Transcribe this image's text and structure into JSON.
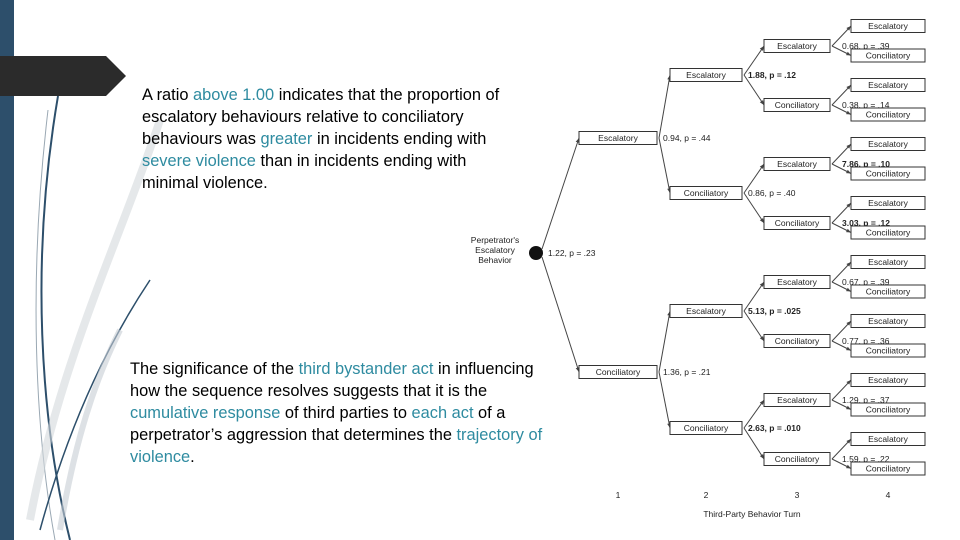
{
  "slide": {
    "accent_color": "#2e8ba0",
    "bar_color": "#2d4f6b",
    "paragraph1": [
      {
        "t": "A ratio ",
        "h": false
      },
      {
        "t": "above 1.00",
        "h": true
      },
      {
        "t": " indicates that the proportion of escalatory behaviours relative to conciliatory behaviours was ",
        "h": false
      },
      {
        "t": "greater",
        "h": true
      },
      {
        "t": " in incidents ending with ",
        "h": false
      },
      {
        "t": "severe violence",
        "h": true
      },
      {
        "t": " than in incidents ending with minimal violence.",
        "h": false
      }
    ],
    "paragraph2": [
      {
        "t": "The significance of the ",
        "h": false
      },
      {
        "t": "third bystander act",
        "h": true
      },
      {
        "t": " in influencing how the sequence resolves suggests that it is the ",
        "h": false
      },
      {
        "t": "cumulative response",
        "h": true
      },
      {
        "t": " of third parties to ",
        "h": false
      },
      {
        "t": "each act",
        "h": true
      },
      {
        "t": " of a perpetrator’s aggression that determines the ",
        "h": false
      },
      {
        "t": "trajectory of violence",
        "h": true
      },
      {
        "t": ".",
        "h": false
      }
    ]
  },
  "tree": {
    "root_label": [
      "Perpetrator's",
      "Escalatory",
      "Behavior"
    ],
    "root_stat": "1.22, p = .23",
    "level1": [
      {
        "label": "Escalatory",
        "stat": "0.94, p = .44",
        "bold": false
      },
      {
        "label": "Conciliatory",
        "stat": "1.36, p = .21",
        "bold": false
      }
    ],
    "level2": [
      {
        "label": "Escalatory",
        "stat": "1.88, p = .12",
        "bold": true
      },
      {
        "label": "Conciliatory",
        "stat": "0.86, p = .40",
        "bold": false
      },
      {
        "label": "Escalatory",
        "stat": "5.13, p = .025",
        "bold": true
      },
      {
        "label": "Conciliatory",
        "stat": "2.63, p = .010",
        "bold": true
      }
    ],
    "level3": [
      {
        "label": "Escalatory",
        "stat": "0.68, p = .39",
        "bold": false
      },
      {
        "label": "Conciliatory",
        "stat": "0.38, p = .14",
        "bold": false
      },
      {
        "label": "Escalatory",
        "stat": "7.86, p = .10",
        "bold": true
      },
      {
        "label": "Conciliatory",
        "stat": "3.03, p = .12",
        "bold": true
      },
      {
        "label": "Escalatory",
        "stat": "0.67, p = .39",
        "bold": false
      },
      {
        "label": "Conciliatory",
        "stat": "0.77, p = .36",
        "bold": false
      },
      {
        "label": "Escalatory",
        "stat": "1.29, p = .37",
        "bold": false
      },
      {
        "label": "Conciliatory",
        "stat": "1.59, p = .22",
        "bold": false
      }
    ],
    "level4": [
      "Escalatory",
      "Conciliatory",
      "Escalatory",
      "Conciliatory",
      "Escalatory",
      "Conciliatory",
      "Escalatory",
      "Conciliatory",
      "Escalatory",
      "Conciliatory",
      "Escalatory",
      "Conciliatory",
      "Escalatory",
      "Conciliatory",
      "Escalatory",
      "Conciliatory"
    ],
    "axis_ticks": [
      "1",
      "2",
      "3",
      "4"
    ],
    "axis_title": "Third-Party Behavior Turn"
  }
}
